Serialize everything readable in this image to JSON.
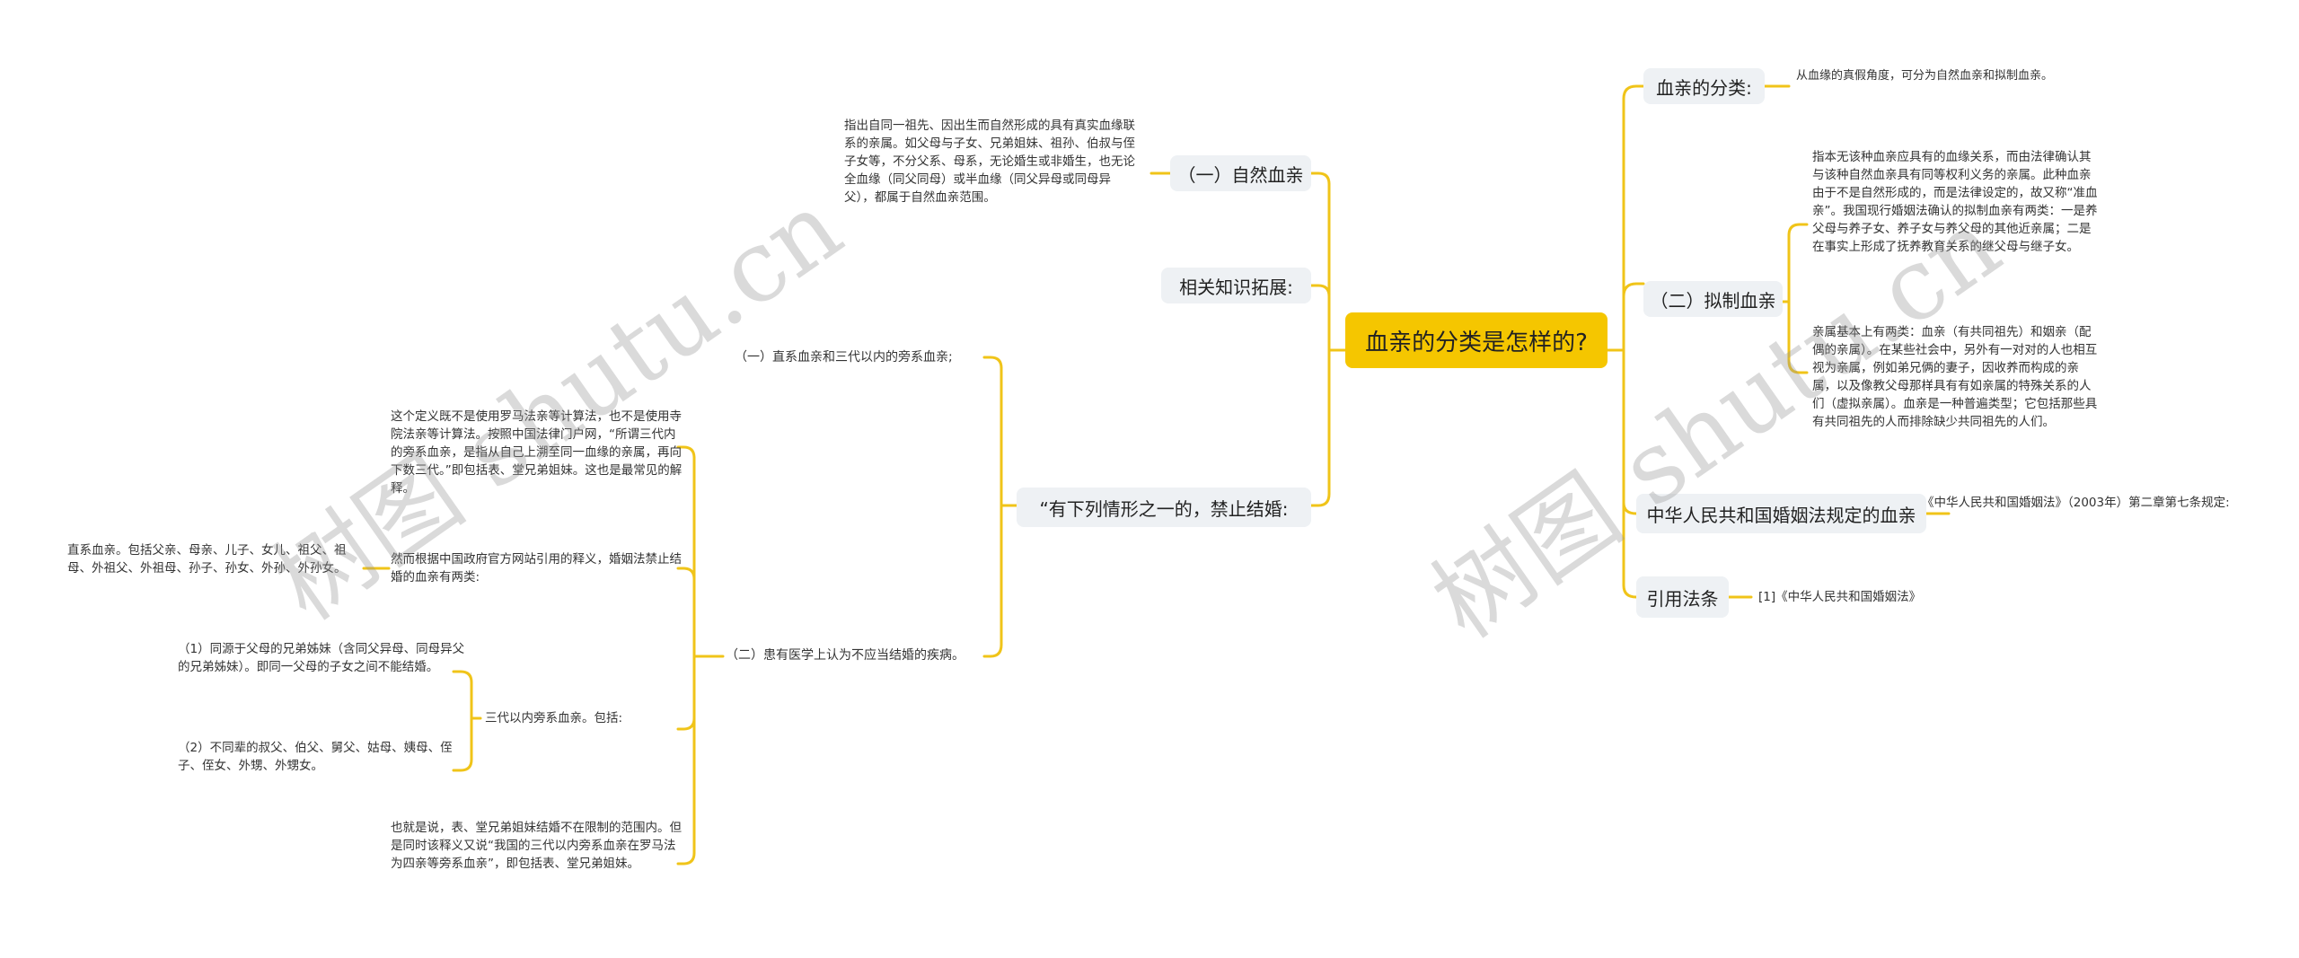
{
  "colors": {
    "accent": "#f5c600",
    "link": "#f0c419",
    "topic_bg": "#eef1f4",
    "text": "#222222"
  },
  "root": {
    "label": "血亲的分类是怎样的?"
  },
  "right": {
    "classification": {
      "label": "血亲的分类:",
      "detail": "从血缘的真假角度，可分为自然血亲和拟制血亲。"
    },
    "fictive": {
      "label": "（二）拟制血亲",
      "details": [
        "指本无该种血亲应具有的血缘关系，而由法律确认其与该种自然血亲具有同等权利义务的亲属。此种血亲由于不是自然形成的，而是法律设定的，故又称“准血亲”。我国现行婚姻法确认的拟制血亲有两类：一是养父母与养子女、养子女与养父母的其他近亲属；二是在事实上形成了抚养教育关系的继父母与继子女。",
        "亲属基本上有两类：血亲（有共同祖先）和姻亲（配偶的亲属）。在某些社会中，另外有一对对的人也相互视为亲属，例如弟兄俩的妻子，因收养而构成的亲属，以及像教父母那样具有有如亲属的特殊关系的人们（虚拟亲属）。血亲是一种普遍类型；它包括那些具有共同祖先的人而排除缺少共同祖先的人们。"
      ]
    },
    "prc_law": {
      "label": "中华人民共和国婚姻法规定的血亲",
      "detail": "《中华人民共和国婚姻法》（2003年）第二章第七条规定:"
    },
    "citation": {
      "label": "引用法条",
      "detail": "[1]《中华人民共和国婚姻法》"
    }
  },
  "left": {
    "natural": {
      "label": "（一）自然血亲",
      "detail": "指出自同一祖先、因出生而自然形成的具有真实血缘联系的亲属。如父母与子女、兄弟姐妹、祖孙、伯叔与侄子女等，不分父系、母系，无论婚生或非婚生，也无论全血缘（同父同母）或半血缘（同父异母或同母异父），都属于自然血亲范围。"
    },
    "extension": {
      "label": "相关知识拓展:"
    },
    "prohibited": {
      "label": "“有下列情形之一的，禁止结婚:",
      "items": [
        {
          "label": "（一）直系血亲和三代以内的旁系血亲;"
        },
        {
          "label": "（二）患有医学上认为不应当结婚的疾病。"
        }
      ],
      "disease_children": [
        "这个定义既不是使用罗马法亲等计算法，也不是使用寺院法亲等计算法。按照中国法律门户网，“所谓三代内的旁系血亲，是指从自己上溯至同一血缘的亲属，再向下数三代。”即包括表、堂兄弟姐妹。这也是最常见的解释。",
        "然而根据中国政府官方网站引用的释义，婚姻法禁止结婚的血亲有两类:",
        "三代以内旁系血亲。包括:",
        "也就是说，表、堂兄弟姐妹结婚不在限制的范围内。但是同时该释义又说“我国的三代以内旁系血亲在罗马法为四亲等旁系血亲”，即包括表、堂兄弟姐妹。"
      ],
      "lineal": "直系血亲。包括父亲、母亲、儿子、女儿、祖父、祖母、外祖父、外祖母、孙子、孙女、外孙、外孙女。",
      "collateral": [
        "（1）同源于父母的兄弟姊妹（含同父异母、同母异父的兄弟姊妹）。即同一父母的子女之间不能结婚。",
        "（2）不同辈的叔父、伯父、舅父、姑母、姨母、侄子、侄女、外甥、外甥女。"
      ]
    }
  },
  "watermarks": [
    "树图 shutu.cn",
    "树图 shutu.cn"
  ]
}
